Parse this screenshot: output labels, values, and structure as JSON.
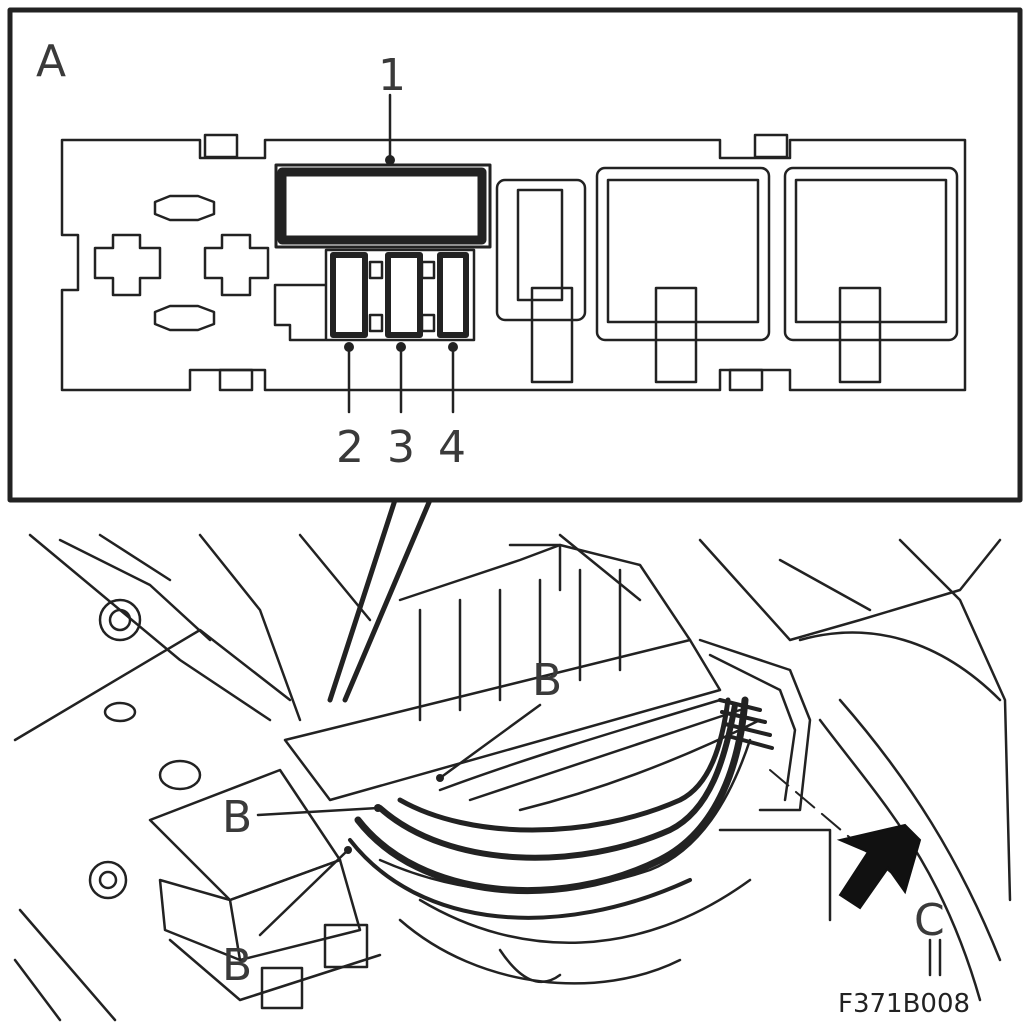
{
  "inset": {
    "view_label": "A",
    "callouts": [
      "1",
      "2",
      "3",
      "4"
    ]
  },
  "main": {
    "connector_labels": [
      "B",
      "B",
      "B"
    ],
    "view_arrow_label": "C"
  },
  "figure_ref": "F371B008",
  "colors": {
    "ink": "#222222",
    "label": "#3a3a3a",
    "background": "#ffffff"
  }
}
